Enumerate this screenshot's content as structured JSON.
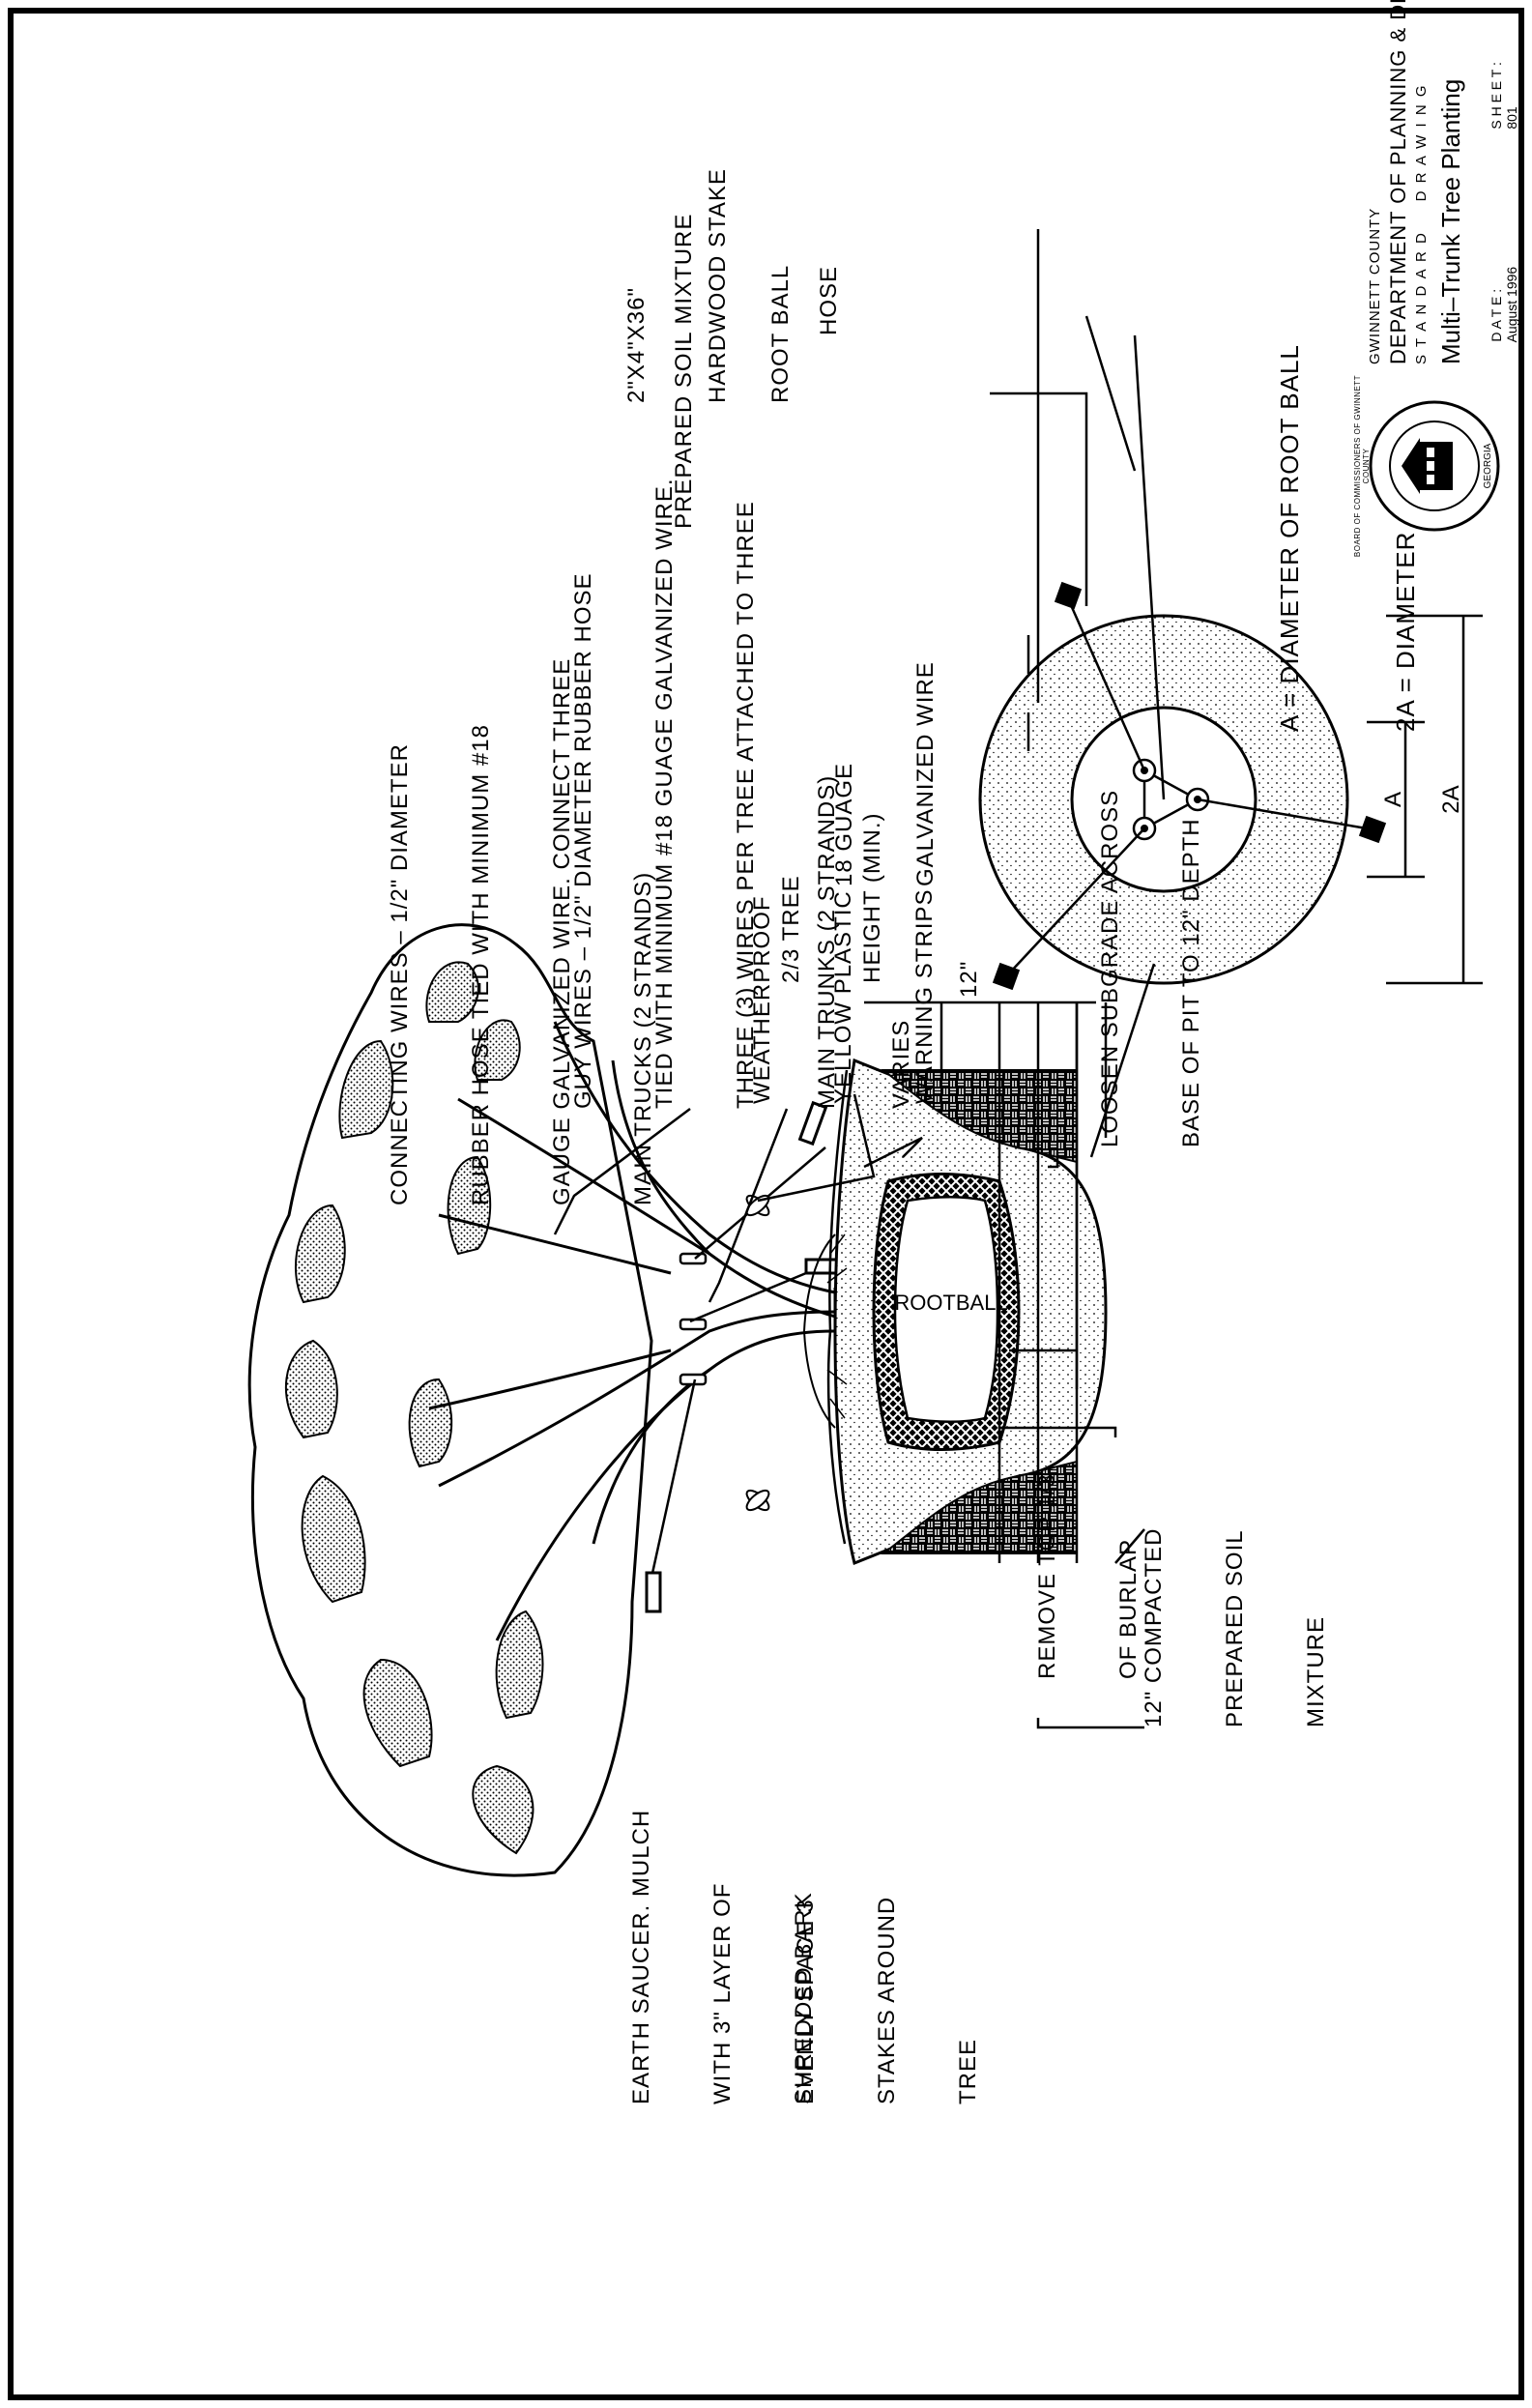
{
  "elevation": {
    "connecting_wires": [
      "CONNECTING WIRES – 1/2\" DIAMETER",
      "RUBBER HOSE TIED WITH MINIMUM #18",
      "GAUGE GALVANIZED WIRE. CONNECT THREE",
      "MAIN TRUCKS (2 STRANDS)"
    ],
    "guy_wires": [
      "GUY WIRES – 1/2\" DIAMETER RUBBER HOSE",
      "TIED WITH MINIMUM #18 GUAGE GALVANIZED WIRE.",
      "THREE (3) WIRES PER TREE ATTACHED TO THREE",
      "MAIN TRUNKS (2 STRANDS)"
    ],
    "warning_strips": [
      "WEATHERPROOF",
      "YELLOW PLASTIC",
      "WARNING STRIPS"
    ],
    "tree_height": [
      "2/3 TREE",
      "HEIGHT (MIN.)"
    ],
    "varies": "VARIES",
    "twelve_inch": "12\"",
    "loosen_subgrade": [
      "LOOSEN SUBGRADE ACROSS",
      "BASE OF PIT TO 12\" DEPTH"
    ],
    "rootball": "ROOTBALL",
    "compacted_soil": [
      "12\" COMPACTED",
      "PREPARED SOIL",
      "MIXTURE"
    ],
    "burlap": [
      "REMOVE TOP 1/3",
      "OF BURLAP"
    ],
    "stakes": [
      "EVENLY SPACE 3",
      "STAKES AROUND",
      "TREE"
    ],
    "earth_saucer": [
      "EARTH SAUCER. MULCH",
      "WITH 3\" LAYER OF",
      "SHREDDED BARK"
    ]
  },
  "plan": {
    "prepared_soil": "PREPARED SOIL MIXTURE",
    "root_ball": "ROOT BALL",
    "hose": "HOSE",
    "stake": [
      "2\"X4\"X36\"",
      "HARDWOOD STAKE"
    ],
    "wire": [
      "18 GUAGE",
      "GALVANIZED WIRE"
    ],
    "dim_a": "A",
    "dim_2a": "2A"
  },
  "legend": {
    "a": "A = DIAMETER OF ROOT BALL",
    "two_a": "2A = DIAMETER OF PIT"
  },
  "title_block": {
    "county": "GWINNETT COUNTY",
    "department": "DEPARTMENT OF PLANNING & DEVELOPMENT",
    "standard": "S T A N D A R D     D R A W I N G",
    "title": "Multi–Trunk Tree Planting",
    "date_label": "D A T E :",
    "date_value": "August 1996",
    "sheet_label": "S H E E T :",
    "sheet_value": "801",
    "seal_top": "BOARD OF COMMISSIONERS OF GWINNETT COUNTY",
    "seal_bottom": "GEORGIA"
  }
}
